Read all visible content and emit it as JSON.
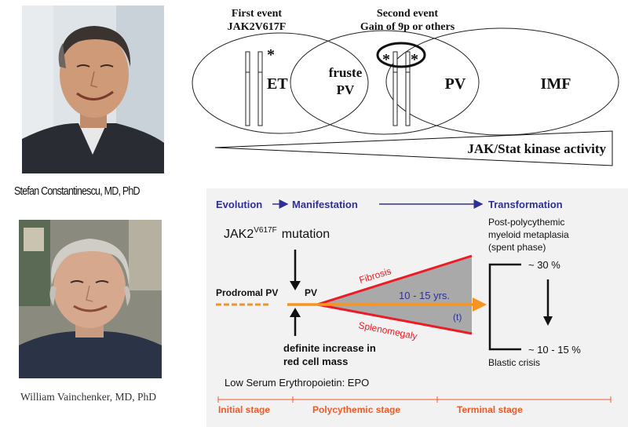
{
  "people": [
    {
      "caption": "Stefan Constantinescu, MD, PhD"
    },
    {
      "caption": "William Vainchenker, MD, PhD"
    }
  ],
  "top_diagram": {
    "first_event_title": "First event",
    "first_event_sub": "JAK2V617F",
    "second_event_title": "Second event",
    "second_event_sub": "Gain of 9p or others",
    "star": "*",
    "et": "ET",
    "fruste_line1": "fruste",
    "fruste_line2": "PV",
    "pv": "PV",
    "imf": "IMF",
    "kinase_label": "JAK/Stat kinase activity"
  },
  "bottom_diagram": {
    "evolution": "Evolution",
    "manifestation": "Manifestation",
    "transformation": "Transformation",
    "jak2_base": "JAK2",
    "jak2_sup": "V617F",
    "mutation": "mutation",
    "post_pc_line1": "Post-polycythemic",
    "post_pc_line2": "myeloid metaplasia",
    "post_pc_line3": "(spent phase)",
    "pct30": "~ 30 %",
    "pct10_15": "~ 10 - 15 %",
    "blastic": "Blastic crisis",
    "prodromal": "Prodromal PV",
    "pv": "PV",
    "fibrosis": "Fibrosis",
    "splenomegaly": "Splenomegaly",
    "years": "10 - 15 yrs.",
    "t": "(t)",
    "increase_line1": "definite increase in",
    "increase_line2": "red cell mass",
    "epo": "Low Serum Erythropoietin: EPO",
    "stage_initial": "Initial stage",
    "stage_polycythemic": "Polycythemic stage",
    "stage_terminal": "Terminal stage"
  },
  "colors": {
    "blue": "#2e3192",
    "orange": "#f7941d",
    "red": "#ed1c24",
    "stage": "#f15a24",
    "panel_bg": "#f2f2f2"
  }
}
